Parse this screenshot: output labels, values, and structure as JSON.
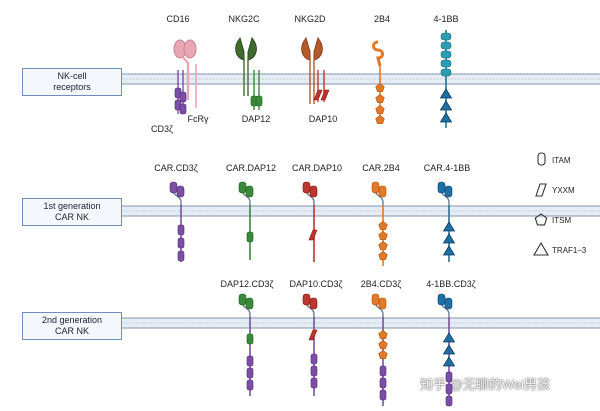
{
  "rows": [
    {
      "label_line1": "NK-cell",
      "label_line2": "receptors",
      "receptors": [
        "CD16",
        "NKG2C",
        "NKG2D",
        "2B4",
        "4-1BB"
      ],
      "sublabels": {
        "cd3z": "CD3ζ",
        "fcr": "FcRγ",
        "dap12": "DAP12",
        "dap10": "DAP10"
      }
    },
    {
      "label_line1": "1st generation",
      "label_line2": "CAR NK",
      "receptors": [
        "CAR.CD3ζ",
        "CAR.DAP12",
        "CAR.DAP10",
        "CAR.2B4",
        "CAR.4-1BB"
      ]
    },
    {
      "label_line1": "2nd generation",
      "label_line2": "CAR NK",
      "receptors": [
        "DAP12.CD3ζ",
        "DAP10.CD3ζ",
        "2B4.CD3ζ",
        "4-1BB.CD3ζ"
      ]
    }
  ],
  "legend": [
    {
      "label": "ITAM",
      "icon": "itam-icon"
    },
    {
      "label": "YXXM",
      "icon": "yxxm-icon"
    },
    {
      "label": "ITSM",
      "icon": "itsm-icon"
    },
    {
      "label": "TRAF1–3",
      "icon": "traf-icon"
    }
  ],
  "watermark": "知乎 @无聊的Wei男孩",
  "colors": {
    "cd3z": "#7b4fa3",
    "dap12": "#3a8a3c",
    "dap10": "#b8372e",
    "b4": "#e07a2a",
    "bb": "#1f6fa3",
    "cd16": "#e9a7b4",
    "nkg2c": "#3f6b2e",
    "nkg2d": "#b5592b",
    "membrane": "#9aa9be"
  }
}
